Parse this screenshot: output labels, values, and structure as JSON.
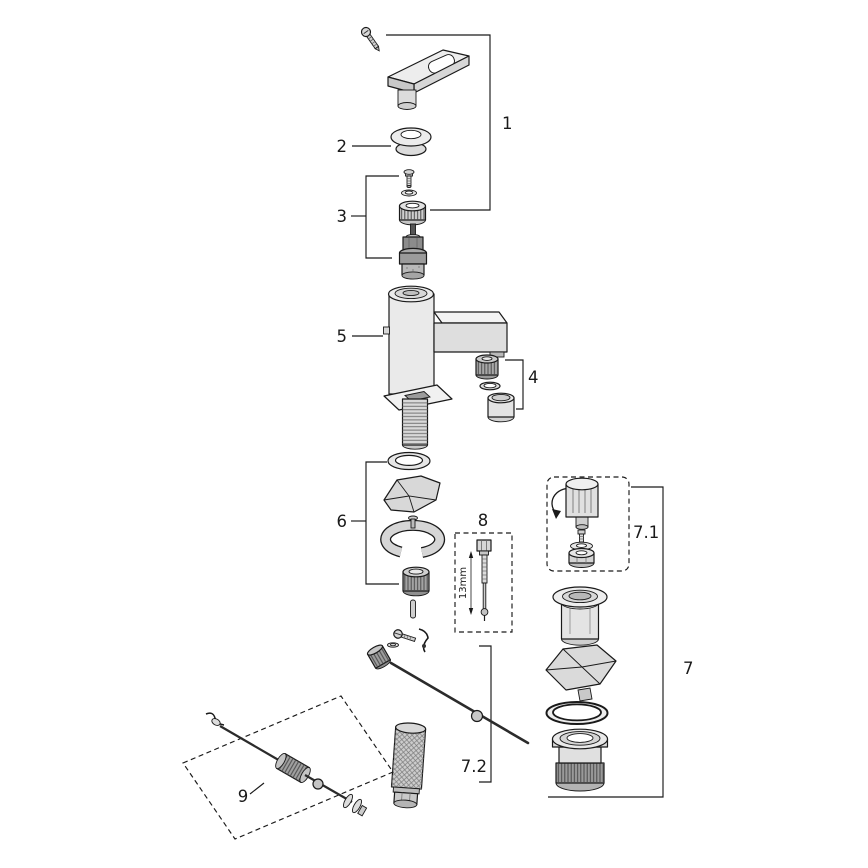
{
  "figure": {
    "kind": "exploded-parts-diagram",
    "colors": {
      "background": "#ffffff",
      "line": "#1a1a1a",
      "metal_light": "#ececec",
      "metal_mid": "#cfcfcf",
      "metal_dark": "#9a9a9a"
    },
    "callouts": {
      "n1": "1",
      "n2": "2",
      "n3": "3",
      "n4": "4",
      "n5": "5",
      "n6": "6",
      "n7": "7",
      "n7_1": "7.1",
      "n7_2": "7.2",
      "n8": "8",
      "n9": "9"
    },
    "annotations": {
      "wrench_size": "13mm"
    }
  }
}
